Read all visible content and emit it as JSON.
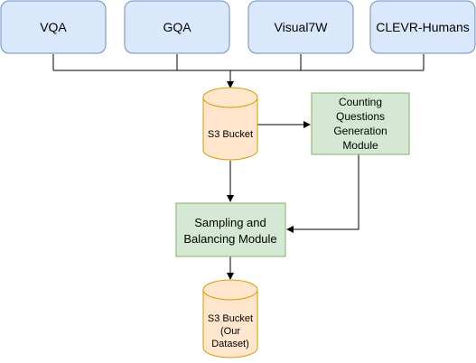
{
  "colors": {
    "source_fill": "#dae8fc",
    "source_stroke": "#6c8ebf",
    "db_fill": "#ffe6cc",
    "db_stroke": "#d79b00",
    "process_fill": "#d5e8d4",
    "process_stroke": "#82b366",
    "connector": "#000000"
  },
  "sources": [
    {
      "label": "VQA"
    },
    {
      "label": "GQA"
    },
    {
      "label": "Visual7W"
    },
    {
      "label": "CLEVR-Humans"
    }
  ],
  "s3_bucket": {
    "label": "S3 Bucket"
  },
  "counting_module": {
    "lines": [
      "Counting",
      "Questions",
      "Generation",
      "Module"
    ]
  },
  "sampling_module": {
    "lines": [
      "Sampling and",
      "Balancing Module"
    ]
  },
  "output_bucket": {
    "lines": [
      "S3 Bucket",
      "(Our",
      "Dataset)"
    ]
  }
}
